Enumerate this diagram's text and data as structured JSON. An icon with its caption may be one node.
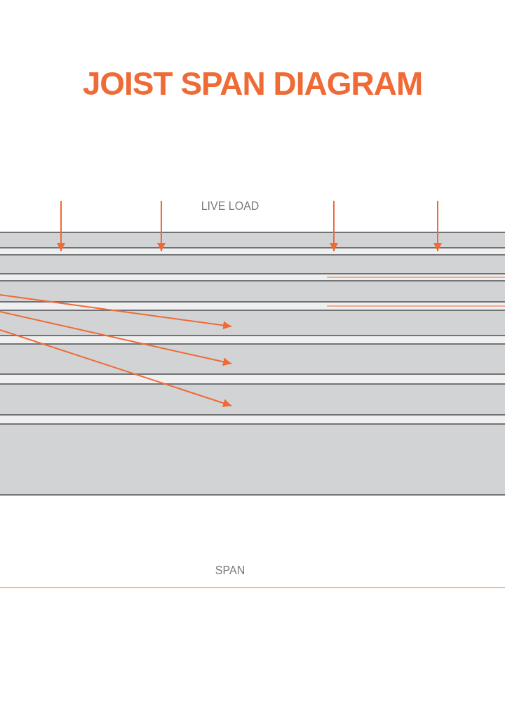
{
  "diagram": {
    "title": "JOIST SPAN DIAGRAM",
    "labels": [
      "LIVE LOAD",
      "SPAN"
    ]
  }
}
